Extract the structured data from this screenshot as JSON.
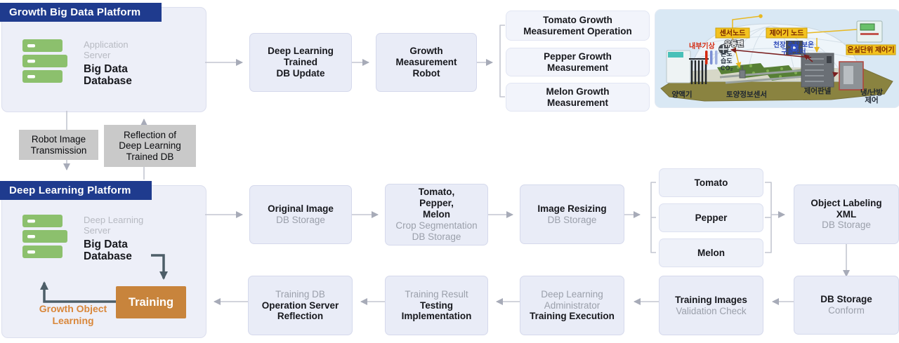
{
  "colors": {
    "header_blue": "#1f3b8e",
    "box_fill": "#e9ecf7",
    "accent_orange": "#c8843c",
    "server_green": "#8cc06d",
    "connector_gray": "#c9c9c9",
    "arrow_gray": "#a7abb8",
    "arrow_slate": "#4d5e68",
    "label_yellow": "#f3c21f"
  },
  "top_platform": {
    "title": "Growth Big Data Platform",
    "server_role": "Application\nServer",
    "server_name": "Big Data\nDatabase",
    "steps": [
      {
        "text": "Deep Learning\nTrained\nDB Update"
      },
      {
        "text": "Growth\nMeasurement\nRobot"
      }
    ],
    "outputs": [
      "Tomato Growth\nMeasurement Operation",
      "Pepper Growth\nMeasurement",
      "Melon Growth\nMeasurement"
    ]
  },
  "connectors": {
    "robot_image_transmission": "Robot Image\nTransmission",
    "reflection": "Reflection of\nDeep Learning\nTrained DB"
  },
  "dl_platform": {
    "title": "Deep Learning Platform",
    "server_role": "Deep Learning\nServer",
    "server_name": "Big Data\nDatabase",
    "training": "Training",
    "growth_object_learning": "Growth Object\nLearning",
    "row_top": [
      {
        "strong": "Original Image",
        "sub": "DB Storage"
      },
      {
        "strong": "Tomato,\nPepper,\nMelon",
        "sub": "Crop Segmentation\nDB Storage"
      },
      {
        "strong": "Image Resizing",
        "sub": "DB Storage"
      },
      {
        "strong": "Object Labeling\nXML",
        "sub": "DB Storage"
      }
    ],
    "crops": [
      "Tomato",
      "Pepper",
      "Melon"
    ],
    "row_bottom": [
      {
        "sub": "Training DB",
        "strong": "Operation Server\nReflection"
      },
      {
        "sub": "Training Result",
        "strong": "Testing\nImplementation"
      },
      {
        "sub": "Deep Learning\nAdministrator",
        "strong": "Training Execution"
      },
      {
        "strong": "Training Images",
        "sub": "Validation Check"
      },
      {
        "strong": "DB Storage",
        "sub": "Conform"
      }
    ]
  },
  "greenhouse": {
    "sensor_node": "센서노드",
    "controller_node": "제어기 노드",
    "unit_controller": "온실단위 제어기",
    "internal_weather": "내부기상",
    "motor_line1": "천장.측창.보온",
    "motor_line2": "구동모터",
    "temperature": "온도",
    "humidity": "습도",
    "co2": "CO₂",
    "fan": "유동팬",
    "nutrient_machine": "양액기",
    "soil_sensor": "토양정보센서",
    "control_panel": "제어판넬",
    "hvac_line1": "냉/난방",
    "hvac_line2": "제어"
  }
}
